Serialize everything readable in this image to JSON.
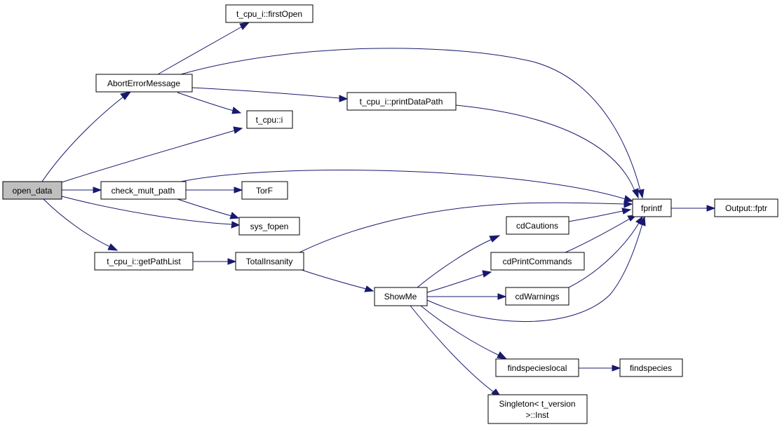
{
  "colors": {
    "edge": "#191970",
    "root_fill": "#bfbfbf",
    "node_fill": "#ffffff"
  },
  "nodes": {
    "open_data": "open_data",
    "firstOpen": "t_cpu_i::firstOpen",
    "AbortErrorMessage": "AbortErrorMessage",
    "printDataPath": "t_cpu_i::printDataPath",
    "t_cpu_i": "t_cpu::i",
    "check_mult_path": "check_mult_path",
    "TorF": "TorF",
    "sys_fopen": "sys_fopen",
    "getPathList": "t_cpu_i::getPathList",
    "TotalInsanity": "TotalInsanity",
    "fprintf": "fprintf",
    "Output_fptr": "Output::fptr",
    "cdCautions": "cdCautions",
    "cdPrintCommands": "cdPrintCommands",
    "cdWarnings": "cdWarnings",
    "ShowMe": "ShowMe",
    "findspecieslocal": "findspecieslocal",
    "findspecies": "findspecies",
    "Singleton_line1": "Singleton< t_version",
    "Singleton_line2": ">::Inst"
  }
}
